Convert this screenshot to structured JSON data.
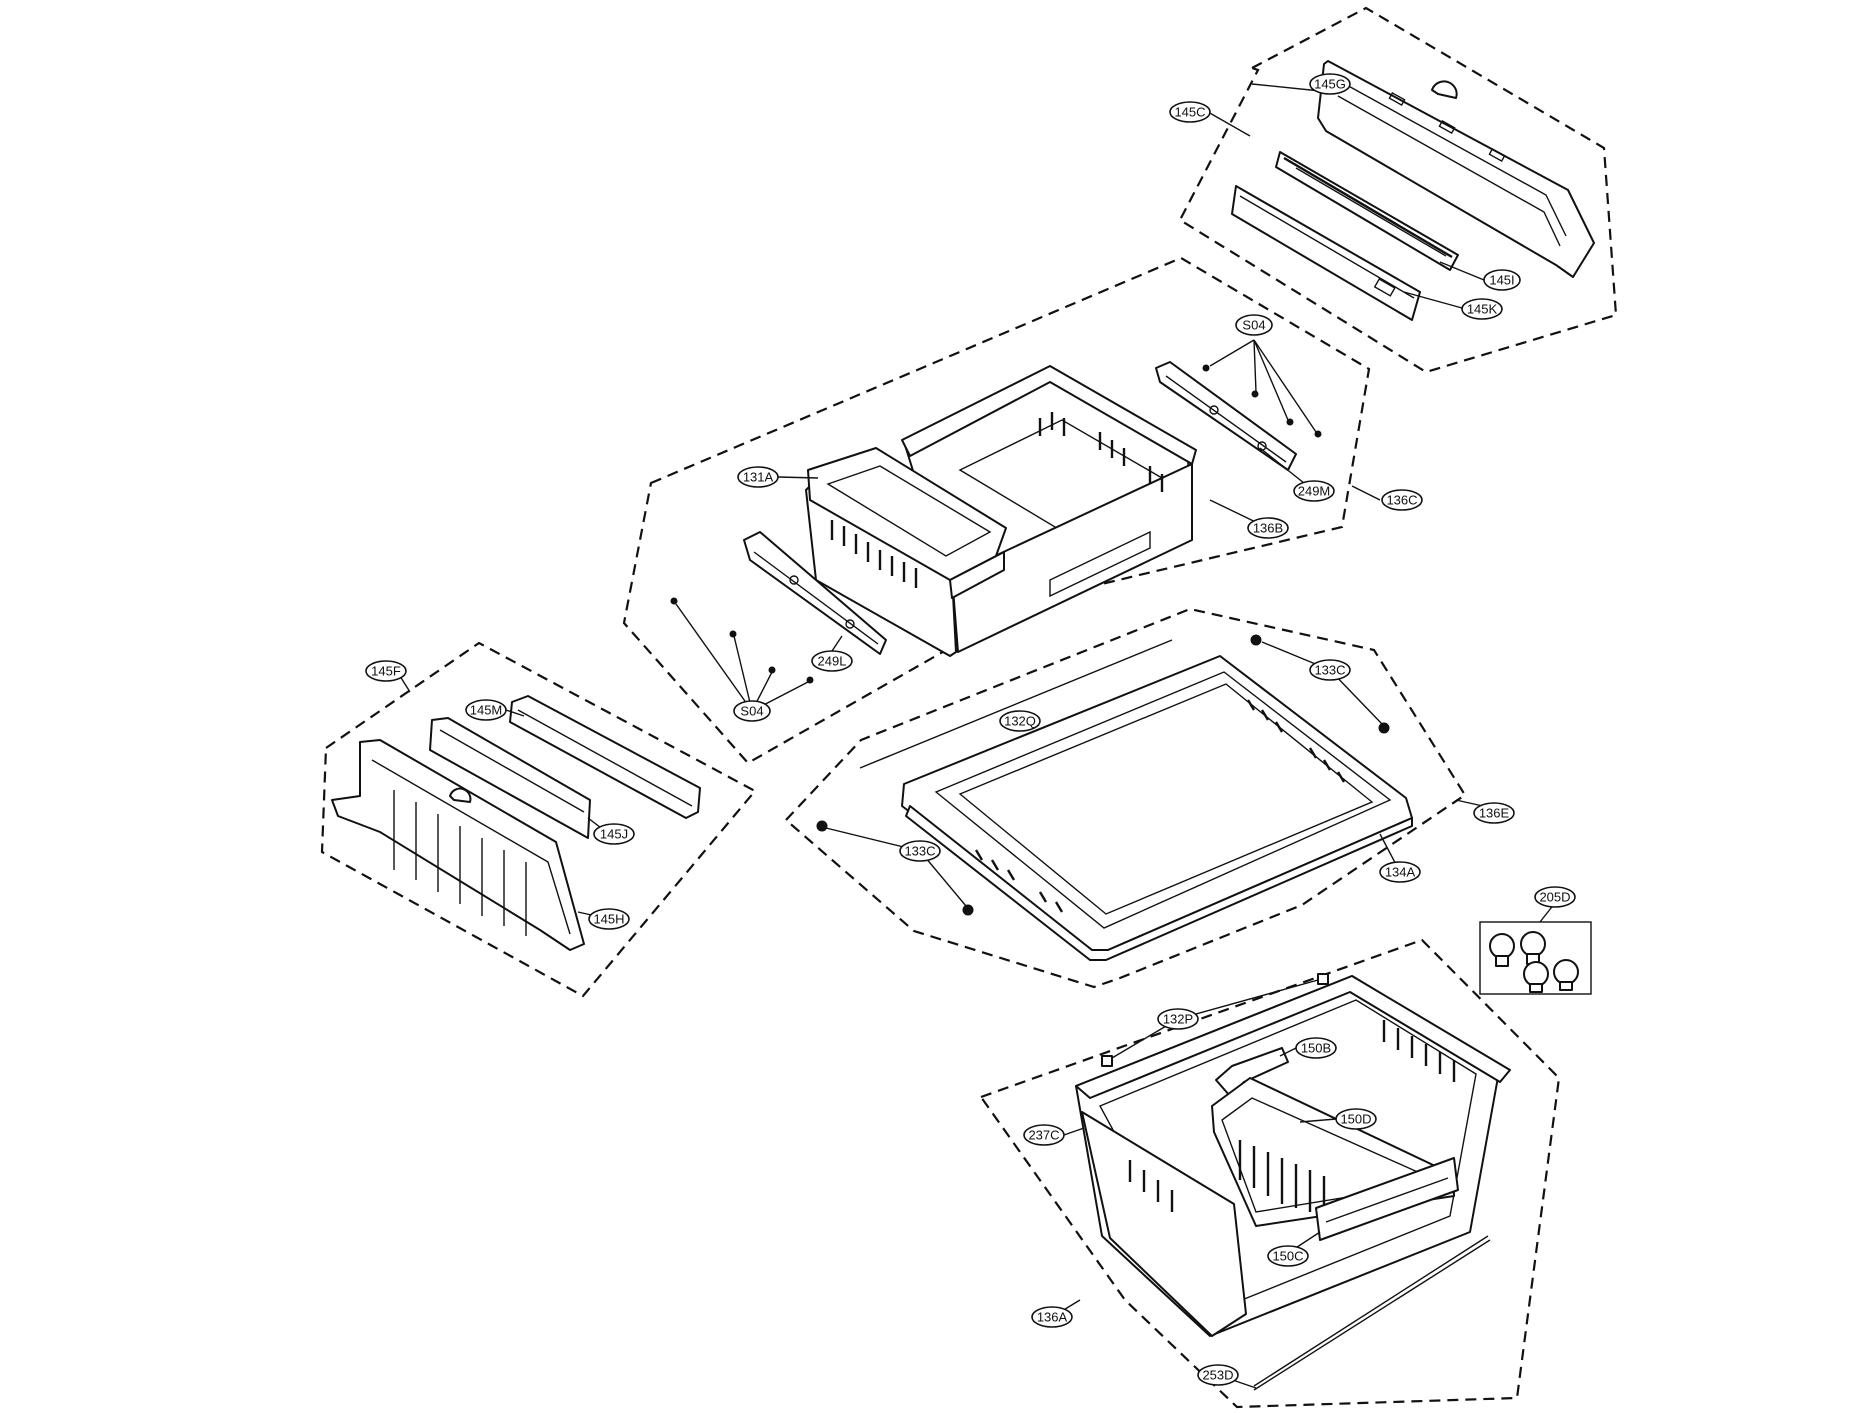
{
  "callouts": [
    {
      "id": "145C",
      "label": "145C"
    },
    {
      "id": "145G",
      "label": "145G"
    },
    {
      "id": "145I",
      "label": "145I"
    },
    {
      "id": "145K",
      "label": "145K"
    },
    {
      "id": "S04-top",
      "label": "S04"
    },
    {
      "id": "131A",
      "label": "131A"
    },
    {
      "id": "249M",
      "label": "249M"
    },
    {
      "id": "136C",
      "label": "136C"
    },
    {
      "id": "136B",
      "label": "136B"
    },
    {
      "id": "249L",
      "label": "249L"
    },
    {
      "id": "S04-bottom",
      "label": "S04"
    },
    {
      "id": "145F",
      "label": "145F"
    },
    {
      "id": "145M",
      "label": "145M"
    },
    {
      "id": "145J",
      "label": "145J"
    },
    {
      "id": "145H",
      "label": "145H"
    },
    {
      "id": "133C-top",
      "label": "133C"
    },
    {
      "id": "132Q",
      "label": "132Q"
    },
    {
      "id": "136E",
      "label": "136E"
    },
    {
      "id": "133C-bottom",
      "label": "133C"
    },
    {
      "id": "134A",
      "label": "134A"
    },
    {
      "id": "205D",
      "label": "205D"
    },
    {
      "id": "132P",
      "label": "132P"
    },
    {
      "id": "150B",
      "label": "150B"
    },
    {
      "id": "237C",
      "label": "237C"
    },
    {
      "id": "150D",
      "label": "150D"
    },
    {
      "id": "150C",
      "label": "150C"
    },
    {
      "id": "136A",
      "label": "136A"
    },
    {
      "id": "253D",
      "label": "253D"
    }
  ]
}
